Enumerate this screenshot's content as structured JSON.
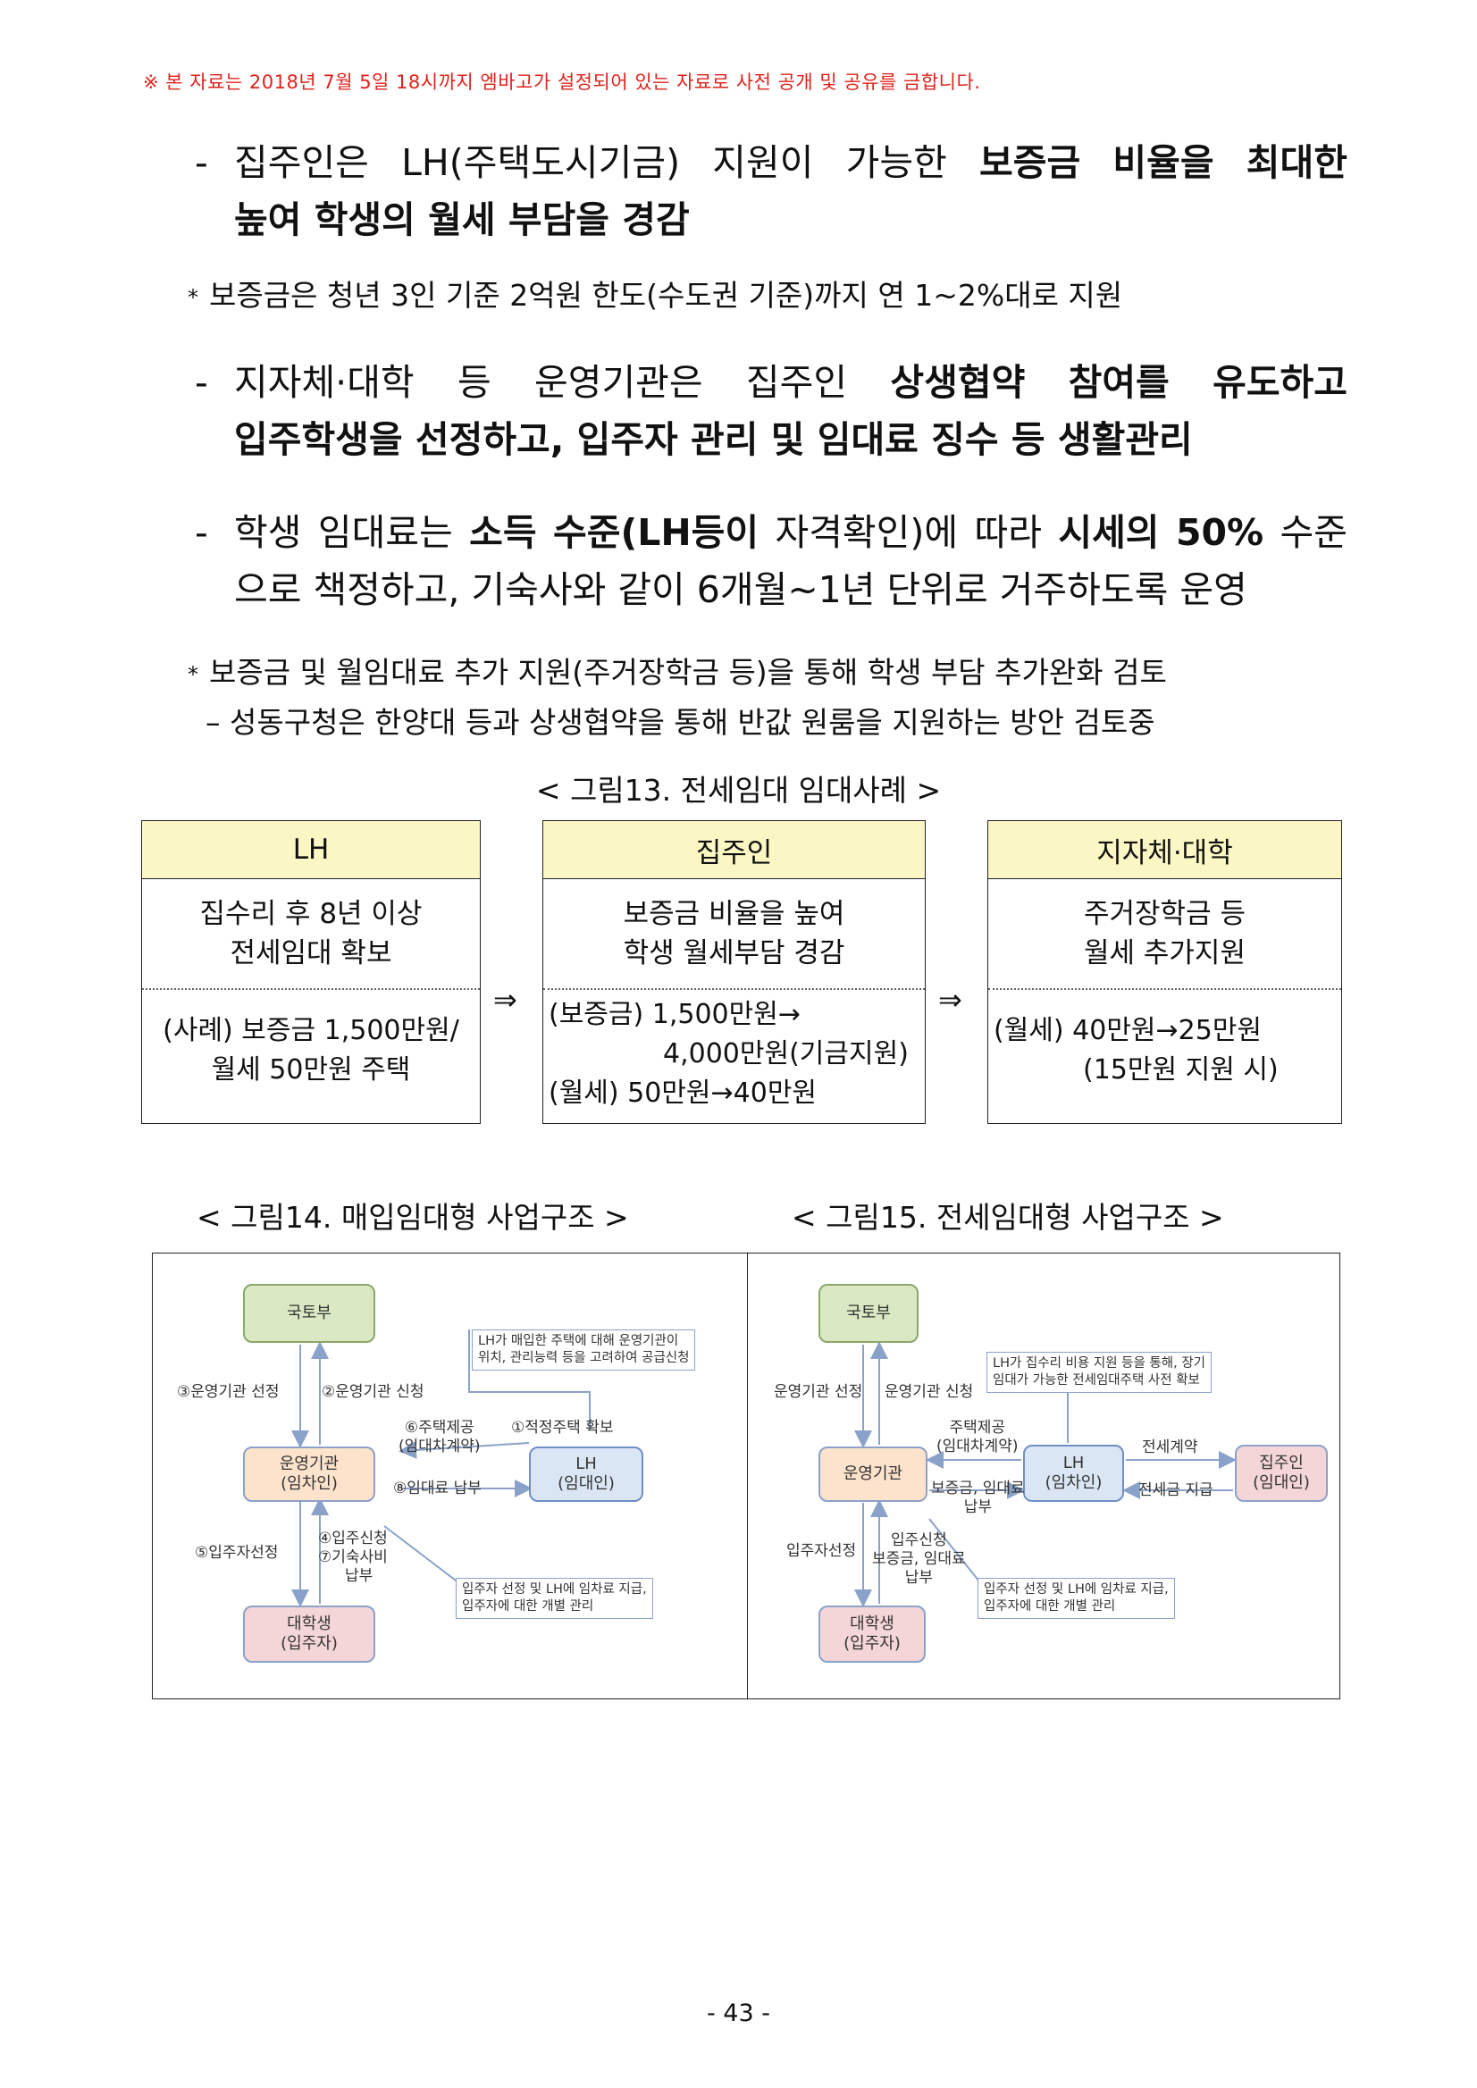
{
  "embargo": "※ 본 자료는 2018년 7월 5일 18시까지 엠바고가 설정되어 있는 자료로 사전 공개 및 공유를 금합니다.",
  "bullets": {
    "b1": {
      "dash": "-",
      "l1": [
        {
          "t": "집주인은",
          "b": false
        },
        {
          "t": "LH(주택도시기금)",
          "b": false
        },
        {
          "t": "지원이",
          "b": false
        },
        {
          "t": "가능한",
          "b": false
        },
        {
          "t": "보증금",
          "b": true
        },
        {
          "t": "비율을",
          "b": true
        },
        {
          "t": "최대한",
          "b": true
        }
      ],
      "l2": "높여 학생의 월세 부담을 경감"
    },
    "n1": {
      "star": "*",
      "text": "보증금은 청년 3인 기준 2억원 한도(수도권 기준)까지 연 1~2%대로 지원"
    },
    "b2": {
      "dash": "-",
      "l1": [
        {
          "t": "지자체·대학",
          "b": false
        },
        {
          "t": "등",
          "b": false
        },
        {
          "t": "운영기관은",
          "b": false
        },
        {
          "t": "집주인",
          "b": false
        },
        {
          "t": "상생협약",
          "b": true
        },
        {
          "t": "참여를",
          "b": true
        },
        {
          "t": "유도하고",
          "b": true
        }
      ],
      "l2": "입주학생을 선정하고, 입주자 관리 및 임대료 징수 등 생활관리"
    },
    "b3": {
      "dash": "-",
      "l1": [
        {
          "t": "학생",
          "b": false
        },
        {
          "t": "임대료는",
          "b": false
        },
        {
          "t": "소득",
          "b": true
        },
        {
          "t": "수준(LH등이",
          "b": true
        },
        {
          "t": "자격확인)에",
          "b": false
        },
        {
          "t": "따라",
          "b": false
        },
        {
          "t": "시세의",
          "b": true
        },
        {
          "t": "50%",
          "b": true
        },
        {
          "t": "수준",
          "b": false
        }
      ],
      "l2": "으로 책정하고, 기숙사와 같이 6개월~1년 단위로 거주하도록 운영"
    },
    "n2": {
      "star": "*",
      "text": "보증금 및 월임대료 추가 지원(주거장학금 등)을 통해 학생 부담 추가완화 검토"
    },
    "n3": {
      "text": "– 성동구청은 한양대 등과 상생협약을 통해 반값 원룸을 지원하는 방안 검토중"
    }
  },
  "fig13": {
    "title": "< 그림13. 전세임대 임대사례 >",
    "arrow": "⇒",
    "cols": [
      {
        "header": "LH",
        "mid1": "집수리 후 8년 이상",
        "mid2": "전세임대 확보",
        "bot": [
          "(사례) 보증금 1,500만원/",
          "월세 50만원 주택"
        ]
      },
      {
        "header": "집주인",
        "mid1": "보증금 비율을 높여",
        "mid2": "학생 월세부담 경감",
        "bot": [
          "(보증금) 1,500만원→",
          "4,000만원(기금지원)",
          "(월세) 50만원→40만원"
        ]
      },
      {
        "header": "지자체·대학",
        "mid1": "주거장학금 등",
        "mid2": "월세 추가지원",
        "bot": [
          "(월세) 40만원→25만원",
          "(15만원 지원 시)"
        ]
      }
    ]
  },
  "fig14": {
    "title": "< 그림14. 매입임대형 사업구조 >",
    "molit": "국토부",
    "operator": [
      "운영기관",
      "(임차인)"
    ],
    "lh": [
      "LH",
      "(임대인)"
    ],
    "student": [
      "대학생",
      "(입주자)"
    ],
    "e3": "③운영기관 선정",
    "e2": "②운영기관 신청",
    "e6": [
      "⑥주택제공",
      "(임대차계약)"
    ],
    "e1": "①적정주택 확보",
    "e8": "⑧임대료 납부",
    "e5": "⑤입주자선정",
    "e47": [
      "④입주신청",
      "⑦기숙사비",
      "납부"
    ],
    "callout1": [
      "LH가 매입한 주택에 대해 운영기관이",
      "위치, 관리능력 등을 고려하여 공급신청"
    ],
    "callout2": [
      "입주자 선정 및 LH에 임차료 지급,",
      "입주자에 대한 개별 관리"
    ]
  },
  "fig15": {
    "title": "< 그림15. 전세임대형 사업구조 >",
    "molit": "국토부",
    "operator": [
      "운영기관"
    ],
    "lh": [
      "LH",
      "(임차인)"
    ],
    "owner": [
      "집주인",
      "(임대인)"
    ],
    "student": [
      "대학생",
      "(입주자)"
    ],
    "e_sel": "운영기관 선정",
    "e_app": "운영기관 신청",
    "e_house": [
      "주택제공",
      "(임대차계약)"
    ],
    "e_pay": [
      "보증금, 임대료",
      "납부"
    ],
    "e_contract": "전세계약",
    "e_deposit": "전세금 지급",
    "e_resident": "입주자선정",
    "e_apply": [
      "입주신청",
      "보증금, 임대료",
      "납부"
    ],
    "callout1": [
      "LH가 집수리 비용 지원 등을 통해, 장기",
      "임대가 가능한 전세임대주택 사전 확보"
    ],
    "callout2": [
      "입주자 선정 및 LH에 임차료 지급,",
      "입주자에 대한 개별 관리"
    ]
  },
  "page_number": "- 43 -"
}
